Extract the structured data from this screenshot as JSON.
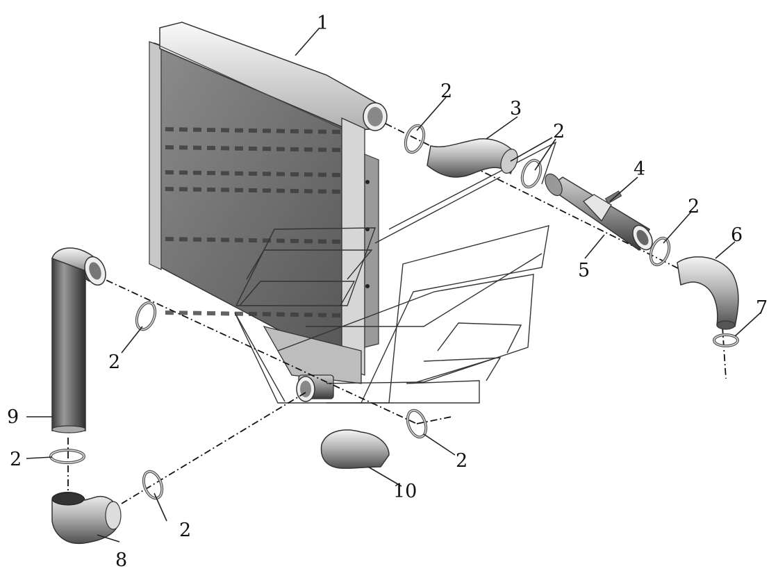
{
  "labels": {
    "radiator": "1",
    "clamp": "2",
    "upper_hose": "3",
    "sensor": "4",
    "pipe": "5",
    "elbow_hose": "6",
    "end_clamp": "7",
    "lower_elbow": "8",
    "vertical_pipe": "9",
    "short_elbow": "10"
  }
}
